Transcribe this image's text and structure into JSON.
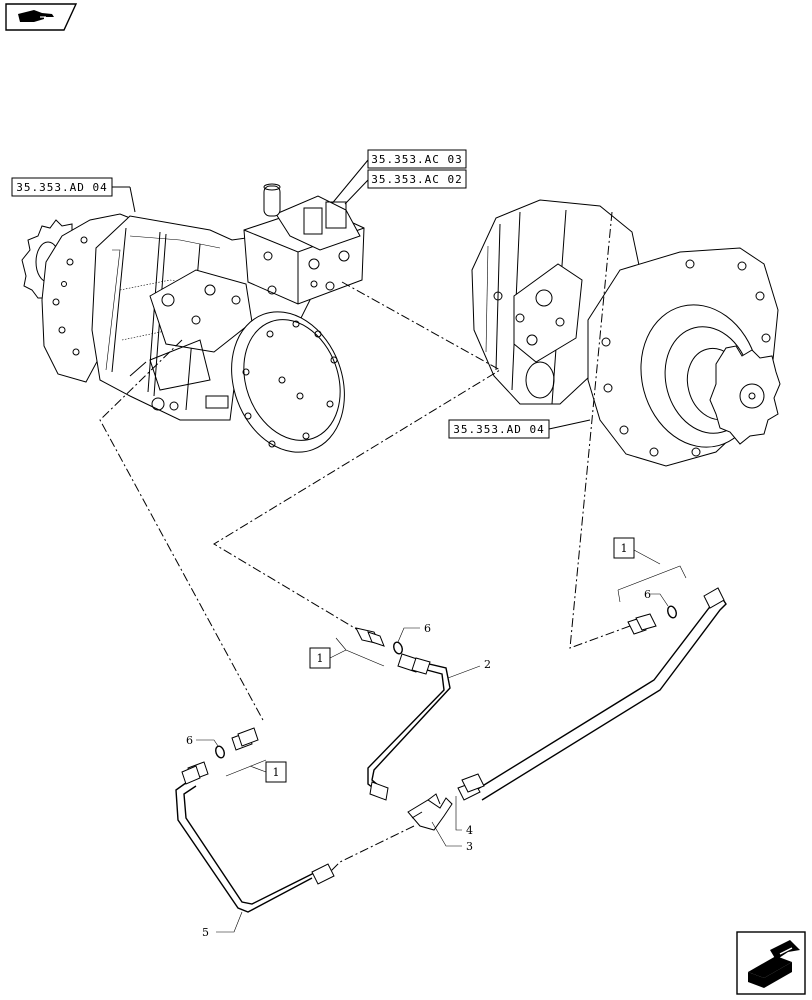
{
  "nav": {
    "prev_icon": "hand-pointing-icon",
    "next_icon": "forward-arrow-icon"
  },
  "references": {
    "motor_left": "35.353.AD 04",
    "valve_upper": "35.353.AC 03",
    "valve_lower": "35.353.AC 02",
    "motor_right": "35.353.AD 04"
  },
  "callouts": {
    "tube_upper": "2",
    "tee": "3",
    "tube_lower_right": "4",
    "tube_lower_left": "5",
    "oring_center": "6",
    "oring_left": "6",
    "oring_right": "6"
  },
  "kit_boxes": {
    "center": "1",
    "left": "1",
    "right": "1"
  }
}
